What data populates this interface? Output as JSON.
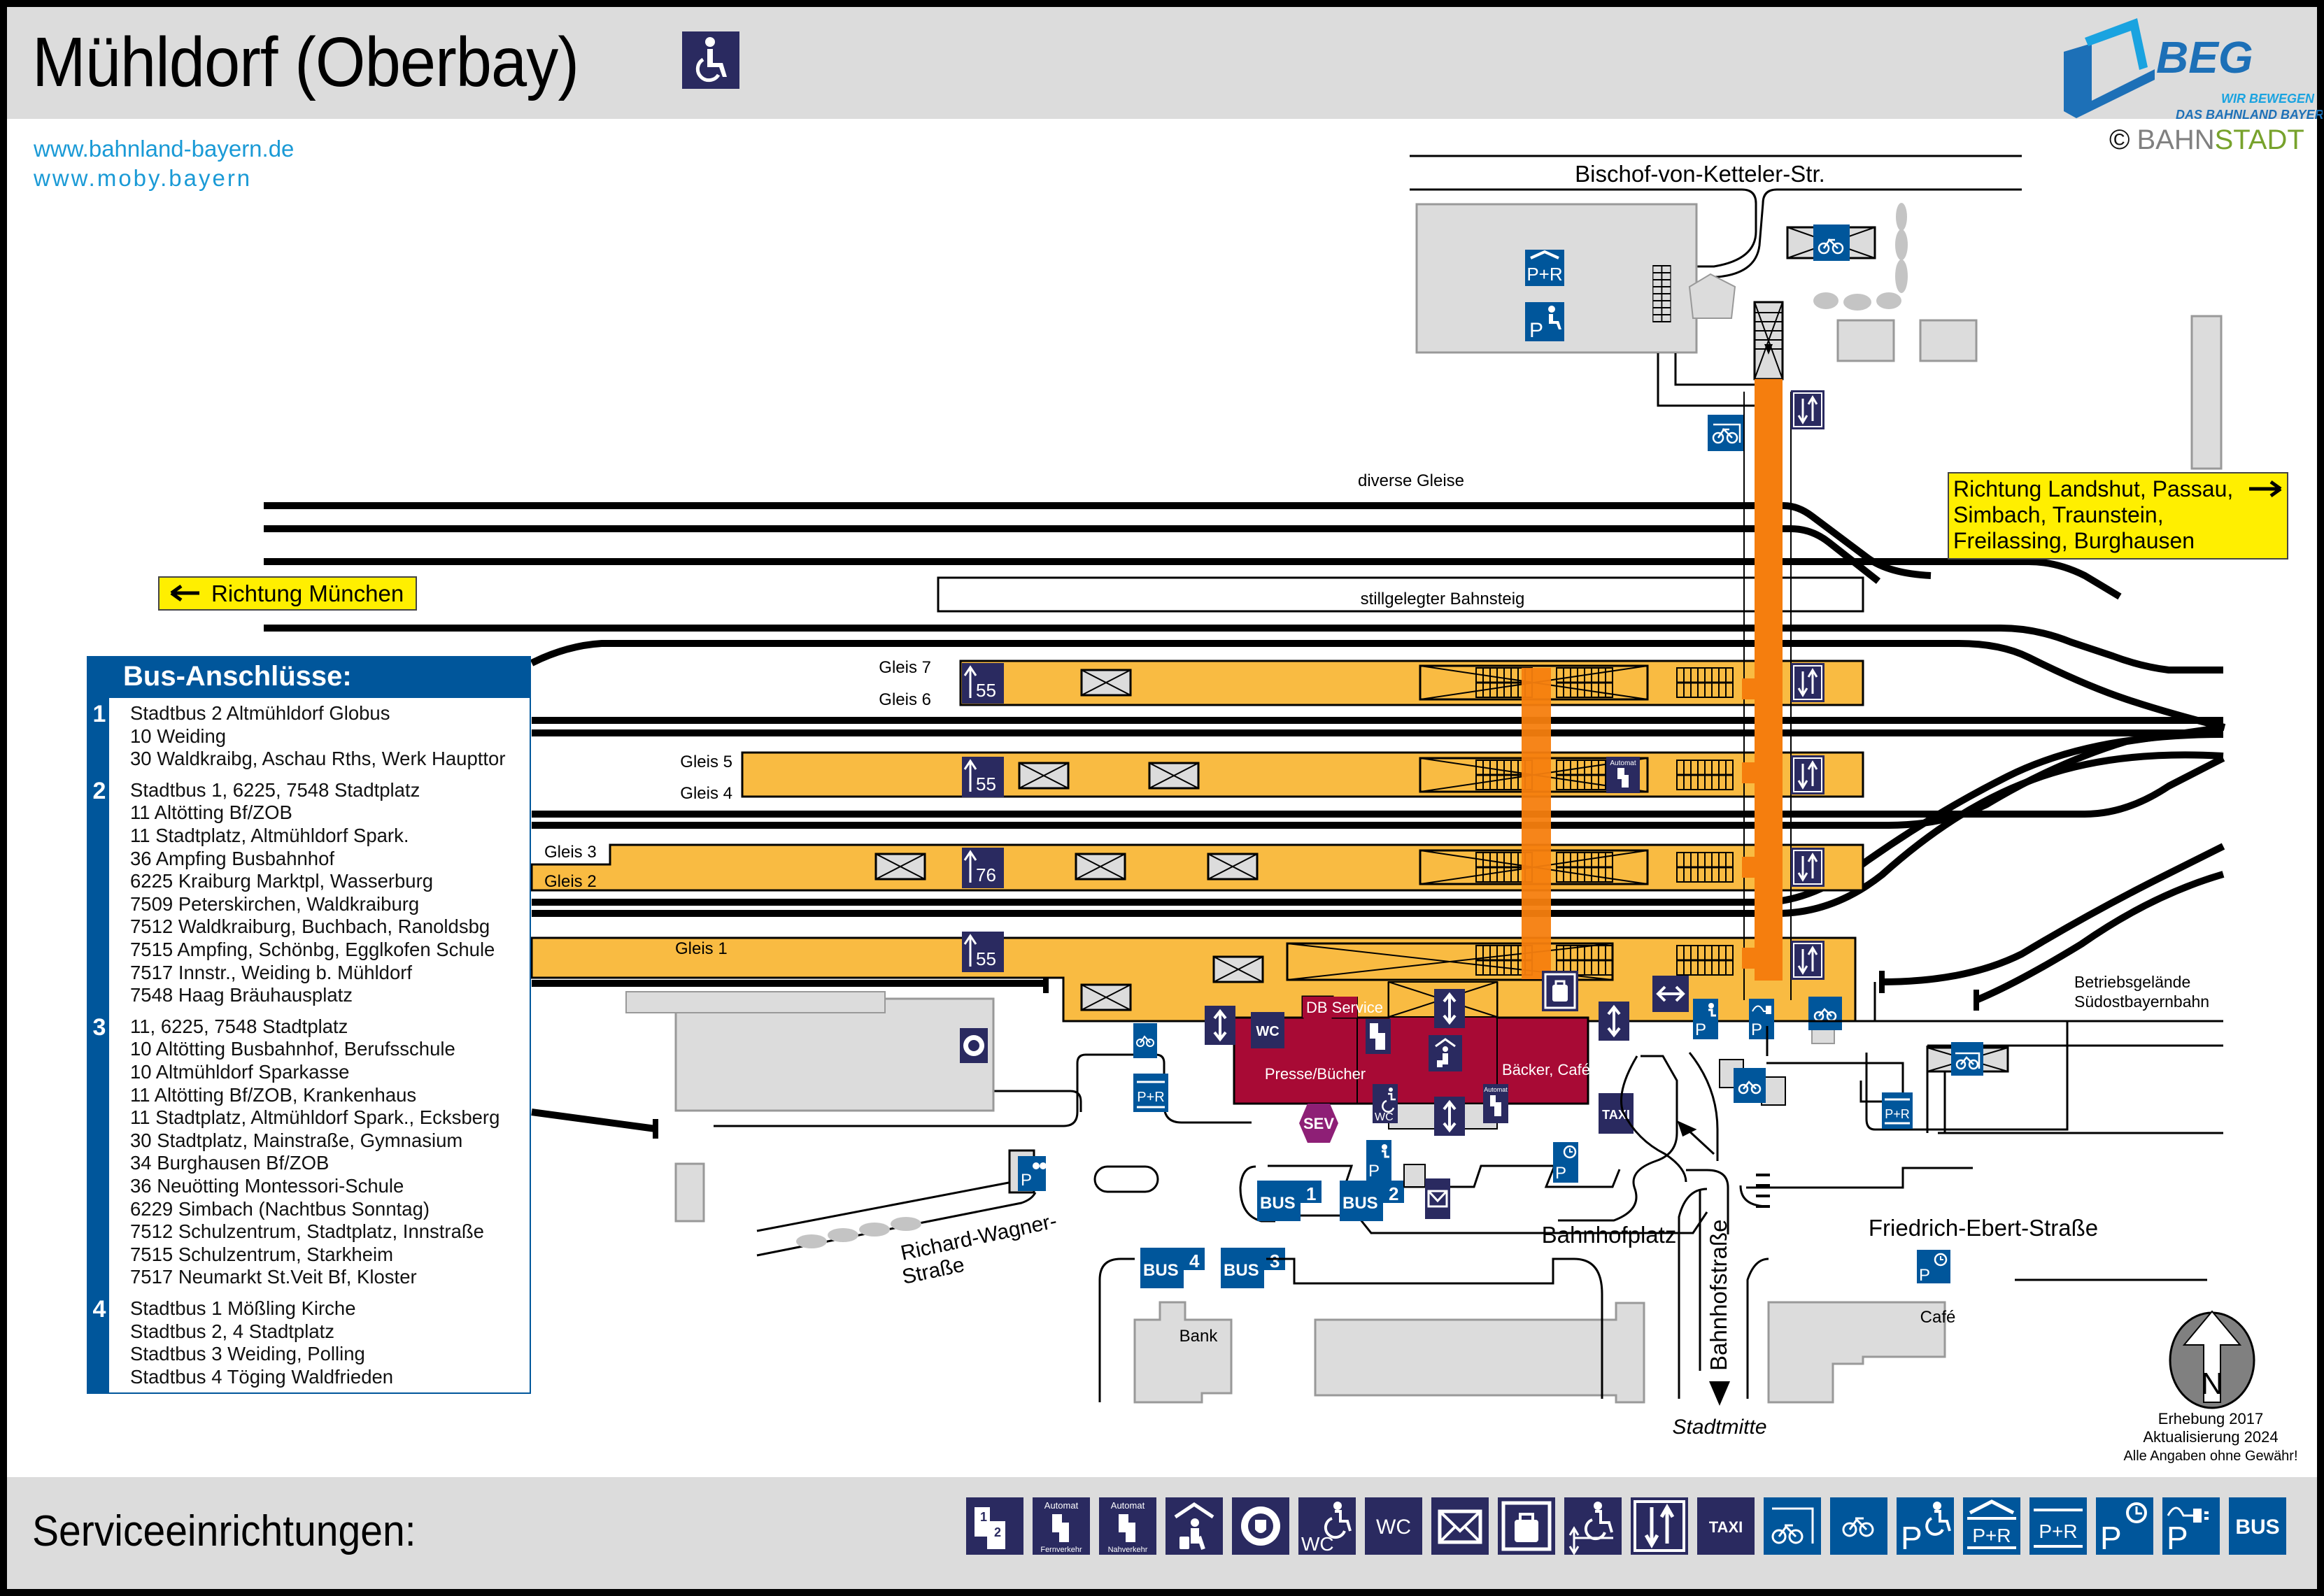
{
  "header": {
    "title": "Mühldorf (Oberbay)",
    "accessible_icon": "wheelchair-icon",
    "links": [
      "www.bahnland-bayern.de",
      "www.moby.bayern"
    ],
    "logo": {
      "name": "BEG",
      "tagline_1": "WIR BEWEGEN",
      "tagline_2": "DAS BAHNLAND BAYERN"
    },
    "copyright": {
      "symbol": "©",
      "part1": "BAHN",
      "part2": "STADT"
    }
  },
  "colors": {
    "platform": "#f9bb42",
    "underpass": "#f57e0e",
    "station_building": "#a80a35",
    "service_sign_dark": "#2a2a60",
    "service_sign_blue": "#00569b",
    "direction_sign": "#ffef00",
    "building_grey": "#dcdcdc",
    "sev": "#8e1f76"
  },
  "map": {
    "streets": {
      "north": "Bischof-von-Ketteler-Str.",
      "richard_wagner_1": "Richard-Wagner-",
      "richard_wagner_2": "Straße",
      "bahnhofplatz": "Bahnhofplatz",
      "bahnhofstrasse": "Bahnhofstraße",
      "friedrich_ebert": "Friedrich-Ebert-Straße",
      "stadtmitte": "Stadtmitte"
    },
    "labels": {
      "diverse_gleise": "diverse Gleise",
      "stillgelegt": "stillgelegter Bahnsteig",
      "betrieb_1": "Betriebsgelände",
      "betrieb_2": "Südostbayernbahn",
      "bank": "Bank",
      "cafe": "Café",
      "db_service": "DB Service",
      "presse": "Presse/Bücher",
      "baecker": "Bäcker, Café",
      "automat": "Automat",
      "sev": "SEV",
      "taxi": "TAXI",
      "wc": "WC",
      "bus": "BUS"
    },
    "direction_west": "Richtung München",
    "direction_east": [
      "Richtung Landshut, Passau,",
      "Simbach, Traunstein,",
      "Freilassing, Burghausen"
    ],
    "platforms": [
      {
        "tracks": [
          "Gleis 7",
          "Gleis 6"
        ],
        "height_cm": "55"
      },
      {
        "tracks": [
          "Gleis 5",
          "Gleis 4"
        ],
        "height_cm": "55"
      },
      {
        "tracks": [
          "Gleis 3",
          "Gleis 2"
        ],
        "height_cm": "76"
      },
      {
        "tracks": [
          "Gleis 1"
        ],
        "height_cm": "55"
      }
    ],
    "bus_stops": [
      "1",
      "2",
      "3",
      "4"
    ],
    "survey": [
      "Erhebung 2017",
      "Aktualisierung 2024",
      "Alle Angaben ohne Gewähr!"
    ],
    "north_label": "N"
  },
  "bus": {
    "title": "Bus-Anschlüsse:",
    "groups": [
      {
        "stop": "1",
        "lines": [
          "Stadtbus 2 Altmühldorf Globus",
          "10 Weiding",
          "30 Waldkraibg, Aschau Rths, Werk Haupttor"
        ]
      },
      {
        "stop": "2",
        "lines": [
          "Stadtbus 1, 6225, 7548 Stadtplatz",
          "11 Altötting Bf/ZOB",
          "11 Stadtplatz, Altmühldorf Spark.",
          "36 Ampfing Busbahnhof",
          "6225 Kraiburg Marktpl, Wasserburg",
          "7509 Peterskirchen, Waldkraiburg",
          "7512 Waldkraiburg, Buchbach, Ranoldsbg",
          "7515 Ampfing, Schönbg, Egglkofen Schule",
          "7517 Innstr., Weiding b. Mühldorf",
          "7548 Haag Bräuhausplatz"
        ]
      },
      {
        "stop": "3",
        "lines": [
          "11, 6225, 7548 Stadtplatz",
          "10 Altötting Busbahnhof, Berufsschule",
          "10 Altmühldorf Sparkasse",
          "11 Altötting Bf/ZOB, Krankenhaus",
          "11 Stadtplatz, Altmühldorf Spark., Ecksberg",
          "30 Stadtplatz, Mainstraße, Gymnasium",
          "34 Burghausen Bf/ZOB",
          "36 Neuötting Montessori-Schule",
          "6229 Simbach (Nachtbus Sonntag)",
          "7512 Schulzentrum, Stadtplatz, Innstraße",
          "7515 Schulzentrum, Starkheim",
          "7517 Neumarkt St.Veit Bf, Kloster"
        ]
      },
      {
        "stop": "4",
        "lines": [
          "Stadtbus 1 Mößling Kirche",
          "Stadtbus 2, 4 Stadtplatz",
          "Stadtbus 3 Weiding, Polling",
          "Stadtbus 4 Töging Waldfrieden"
        ]
      }
    ]
  },
  "footer": {
    "label": "Serviceeinrichtungen:",
    "legend": [
      {
        "icon": "ticket-counter-icon",
        "color": "dark"
      },
      {
        "icon": "ticket-machine-long-distance-icon",
        "color": "dark",
        "top": "Automat",
        "bottom": "Fernverkehr"
      },
      {
        "icon": "ticket-machine-regional-icon",
        "color": "dark",
        "top": "Automat",
        "bottom": "Nahverkehr"
      },
      {
        "icon": "waiting-room-icon",
        "color": "dark"
      },
      {
        "icon": "federal-police-icon",
        "color": "dark"
      },
      {
        "icon": "accessible-wc-icon",
        "color": "dark",
        "text": "WC"
      },
      {
        "icon": "wc-icon",
        "color": "dark",
        "text": "WC"
      },
      {
        "icon": "mailbox-icon",
        "color": "dark"
      },
      {
        "icon": "luggage-locker-icon",
        "color": "dark"
      },
      {
        "icon": "wheelchair-lift-icon",
        "color": "dark"
      },
      {
        "icon": "elevator-icon",
        "color": "dark"
      },
      {
        "icon": "taxi-icon",
        "color": "dark",
        "text": "TAXI"
      },
      {
        "icon": "covered-bike-parking-icon",
        "color": "blue"
      },
      {
        "icon": "bike-parking-icon",
        "color": "blue"
      },
      {
        "icon": "accessible-parking-icon",
        "color": "blue"
      },
      {
        "icon": "park-and-ride-garage-icon",
        "color": "blue",
        "text": "P+R"
      },
      {
        "icon": "park-and-ride-icon",
        "color": "blue",
        "text": "P+R"
      },
      {
        "icon": "short-term-parking-icon",
        "color": "blue"
      },
      {
        "icon": "ev-charging-parking-icon",
        "color": "blue"
      },
      {
        "icon": "bus-icon",
        "color": "blue",
        "text": "BUS"
      }
    ]
  }
}
